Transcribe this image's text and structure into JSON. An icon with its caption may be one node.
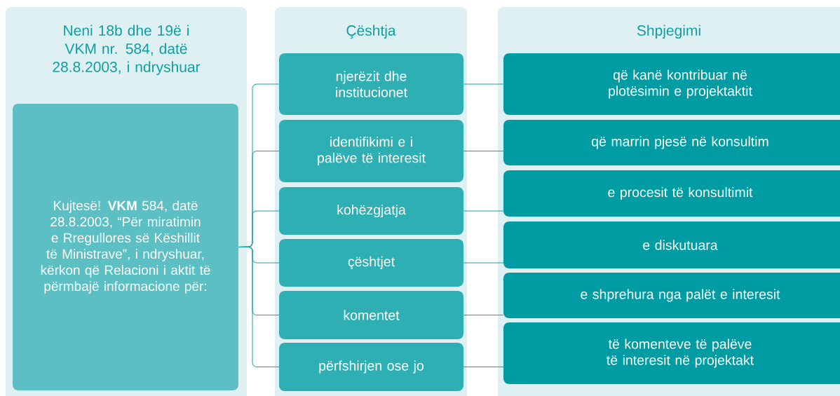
{
  "diagram": {
    "nodes": [
      {
        "text": [
          "Neni 18b dhe 19ë i VKM nr. 584, datë 28.8.2003, i ndryshuar"
        ]
      },
      {
        "text": [
          "Kujtesë! **VKM** 584, datë 28.8.2003, “Për miratimin e Rregullores së Këshillit të Ministrave”, i ndryshuar, kërkon që Relacioni i aktit të përmbajë informacione për:"
        ],
        "in": 0
      },
      {
        "text": [
          "Çështja"
        ]
      },
      {
        "text": [
          "njerëzit dhe institucionet"
        ],
        "in": 2
      },
      {
        "text": [
          "identifikimi e i palëve të interesit"
        ],
        "in": 2
      },
      {
        "text": [
          "kohëzgjatja"
        ],
        "in": 2
      },
      {
        "text": [
          "çështjet"
        ],
        "in": 2
      },
      {
        "text": [
          "komentet"
        ],
        "in": 2
      },
      {
        "text": [
          "përfshirjen ose jo"
        ],
        "in": 2
      },
      {
        "text": [
          "Shpjegimi"
        ]
      },
      {
        "text": [
          "që kanë kontribuar në plotësimin e projektaktit"
        ],
        "in": 9
      },
      {
        "text": [
          "që marrin pjesë në konsultim"
        ],
        "in": 9
      },
      {
        "text": [
          "e procesit të konsultimit"
        ],
        "in": 9
      },
      {
        "text": [
          "e diskutuara"
        ],
        "in": 9
      },
      {
        "text": [
          "e shprehura nga palët e interesit"
        ],
        "in": 9
      },
      {
        "text": [
          "të komenteve të palëve të interesit në projektakt"
        ],
        "in": 9
      }
    ],
    "edges": [
      {
        "from": 1,
        "to": 3,
        "arrow": "none"
      },
      {
        "from": 1,
        "to": 4,
        "arrow": "none"
      },
      {
        "from": 1,
        "to": 5,
        "arrow": "none"
      },
      {
        "from": 1,
        "to": 6,
        "arrow": "none"
      },
      {
        "from": 1,
        "to": 7,
        "arrow": "none"
      },
      {
        "from": 1,
        "to": 8,
        "arrow": "none"
      },
      {
        "from": 3,
        "to": 10,
        "arrow": "none"
      },
      {
        "from": 4,
        "to": 11,
        "arrow": "none"
      },
      {
        "from": 5,
        "to": 12,
        "arrow": "none"
      },
      {
        "from": 6,
        "to": 13,
        "arrow": "none"
      },
      {
        "from": 7,
        "to": 14,
        "arrow": "none"
      },
      {
        "from": 8,
        "to": 15,
        "arrow": "none"
      }
    ]
  }
}
